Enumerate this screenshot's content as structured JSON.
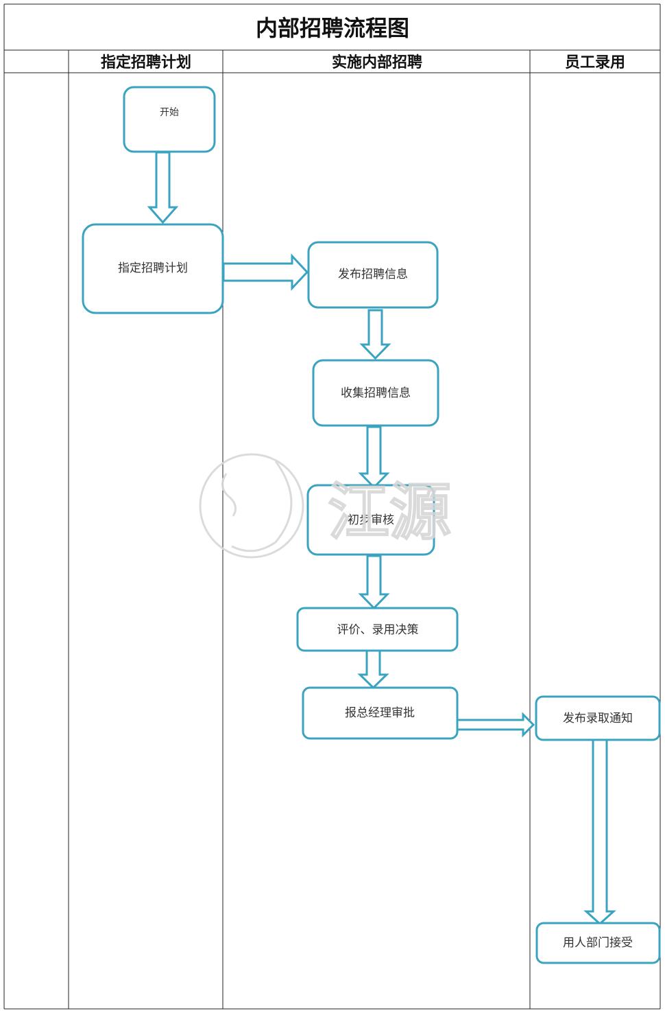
{
  "title": "内部招聘流程图",
  "lanes": [
    {
      "id": "blank",
      "label": ""
    },
    {
      "id": "plan",
      "label": "指定招聘计划"
    },
    {
      "id": "implement",
      "label": "实施内部招聘"
    },
    {
      "id": "hire",
      "label": "员工录用"
    }
  ],
  "nodes": {
    "start": "开始",
    "plan": "指定招聘计划",
    "publish": "发布招聘信息",
    "collect": "收集招聘信息",
    "review": "初步审核",
    "evaluate": "评价、录用决策",
    "approve": "报总经理审批",
    "notify": "发布录取通知",
    "accept": "用人部门接受"
  },
  "edges": [
    {
      "from": "start",
      "to": "plan"
    },
    {
      "from": "plan",
      "to": "publish"
    },
    {
      "from": "publish",
      "to": "collect"
    },
    {
      "from": "collect",
      "to": "review"
    },
    {
      "from": "review",
      "to": "evaluate"
    },
    {
      "from": "evaluate",
      "to": "approve"
    },
    {
      "from": "approve",
      "to": "notify"
    },
    {
      "from": "notify",
      "to": "accept"
    }
  ],
  "colors": {
    "node_stroke": "#3aa3bf",
    "grid": "#222222"
  },
  "watermark": "江源"
}
